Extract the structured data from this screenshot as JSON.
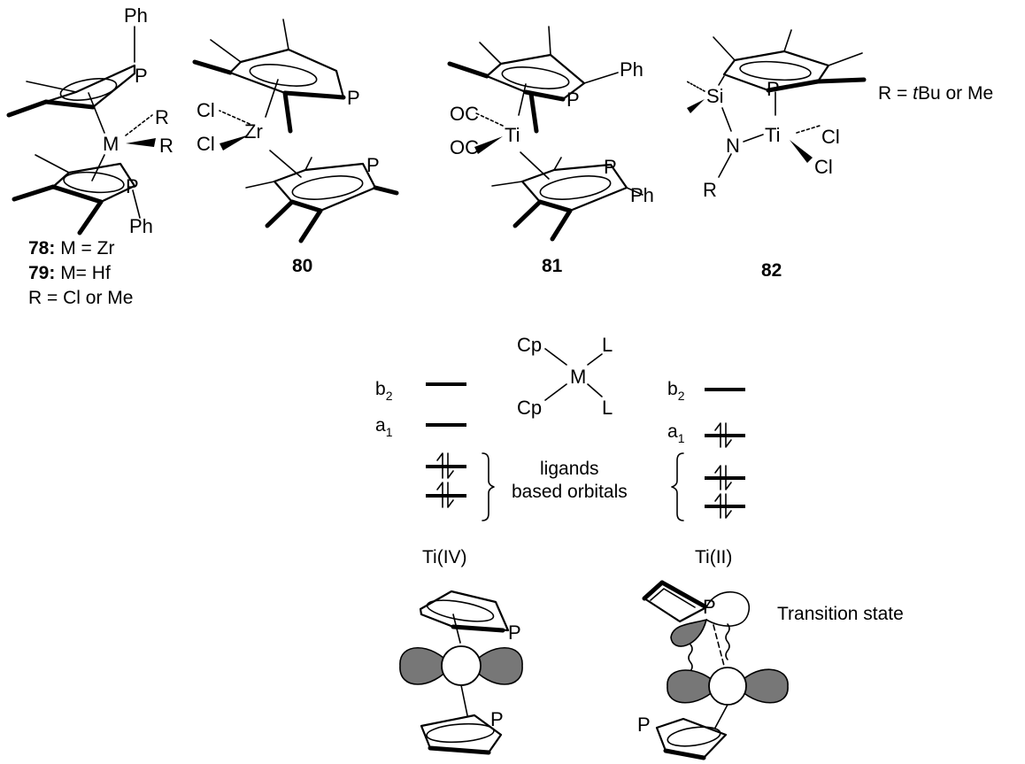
{
  "structures": {
    "s78": {
      "atoms": {
        "ph_top": "Ph",
        "p_top": "P",
        "metal": "M",
        "r1": "R",
        "r2": "R",
        "p_bottom": "P",
        "ph_bottom": "Ph"
      },
      "caption": {
        "line1_num": "78:",
        "line1_text": " M = Zr",
        "line2_num": "79:",
        "line2_text": " M= Hf",
        "line3": "R = Cl or Me"
      }
    },
    "s80": {
      "atoms": {
        "cl1": "Cl",
        "cl2": "Cl",
        "metal": "Zr",
        "p_top": "P",
        "p_bottom": "P"
      },
      "number": "80"
    },
    "s81": {
      "atoms": {
        "oc1": "OC",
        "oc2": "OC",
        "metal": "Ti",
        "p_top": "P",
        "ph_top": "Ph",
        "p_bottom": "P",
        "ph_bottom": "Ph"
      },
      "number": "81"
    },
    "s82": {
      "atoms": {
        "si": "Si",
        "p": "P",
        "n": "N",
        "r": "R",
        "metal": "Ti",
        "cl1": "Cl",
        "cl2": "Cl"
      },
      "r_def_prefix": "R = ",
      "r_def_italic": "t",
      "r_def_suffix": "Bu or Me",
      "number": "82"
    }
  },
  "mo_diagram": {
    "complex": {
      "cp_top": "Cp",
      "cp_bottom": "Cp",
      "metal": "M",
      "l_top": "L",
      "l_bottom": "L"
    },
    "left": {
      "b2_base": "b",
      "b2_sub": "2",
      "a1_base": "a",
      "a1_sub": "1",
      "caption": "Ti(IV)"
    },
    "right": {
      "b2_base": "b",
      "b2_sub": "2",
      "a1_base": "a",
      "a1_sub": "1",
      "caption": "Ti(II)"
    },
    "ligand_label_line1": "ligands",
    "ligand_label_line2": "based orbitals"
  },
  "orbital_pictures": {
    "left": {
      "p_top": "P",
      "p_bottom": "P"
    },
    "right": {
      "p_top": "P",
      "p_bottom": "P",
      "label": "Transition state"
    }
  }
}
